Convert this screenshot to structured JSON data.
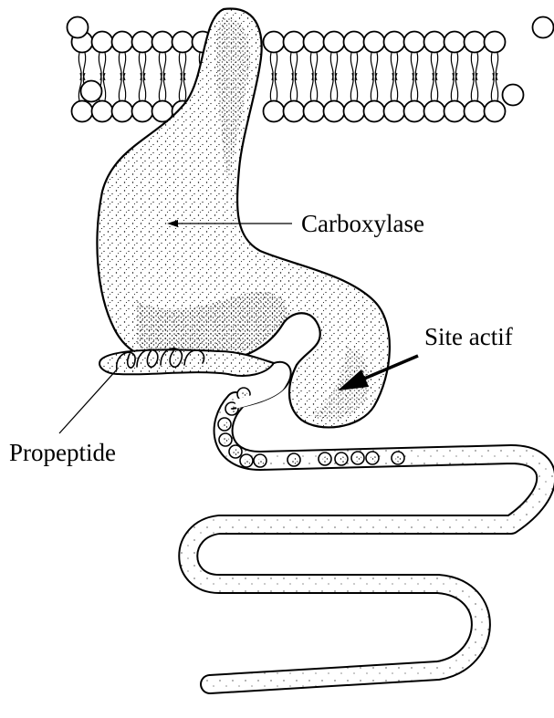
{
  "labels": {
    "carboxylase": "Carboxylase",
    "site_actif": "Site actif",
    "propeptide": "Propeptide"
  },
  "colors": {
    "ink": "#000000",
    "background": "#ffffff",
    "stipple": "#000000"
  }
}
